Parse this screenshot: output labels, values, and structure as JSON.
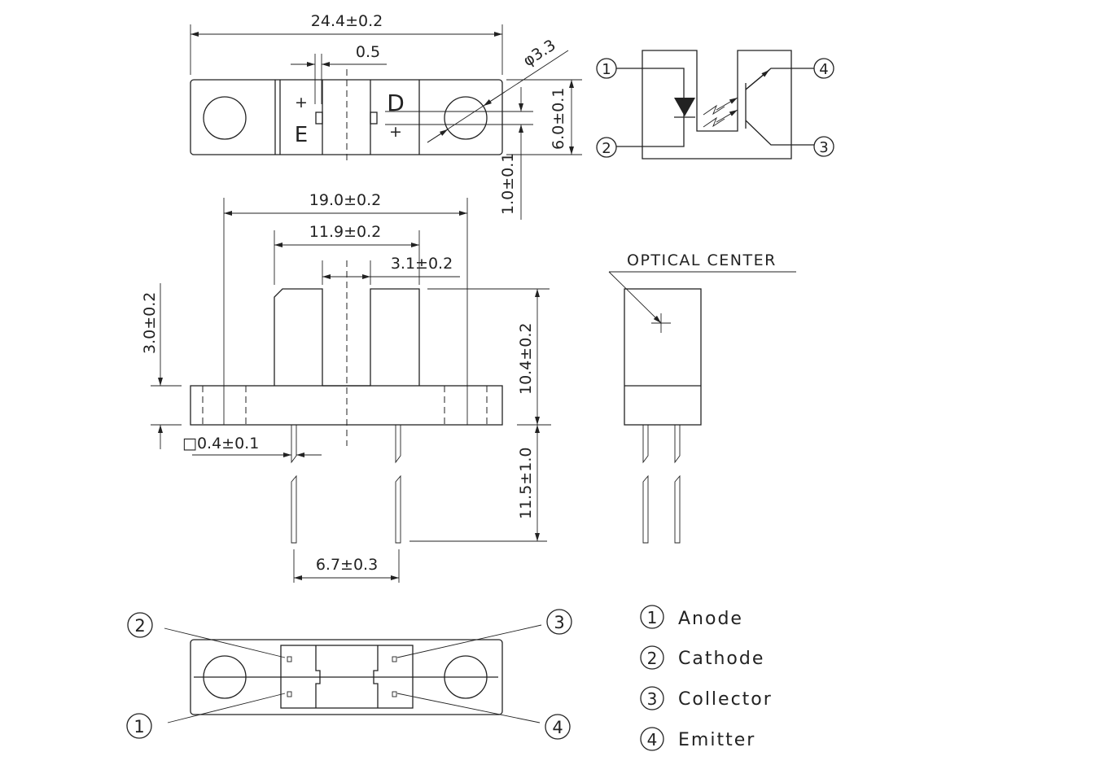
{
  "top_view": {
    "width_dim": "24.4±0.2",
    "gap_dim": "0.5",
    "hole_dim": "φ3.3",
    "height_dim": "6.0±0.1",
    "slit_dim": "1.0±0.1",
    "mark_plus": "+",
    "mark_e": "E",
    "mark_d": "D"
  },
  "schematic": {
    "pins": [
      "1",
      "2",
      "3",
      "4"
    ]
  },
  "front_view": {
    "overall_dim": "19.0±0.2",
    "slot_outer_dim": "11.9±0.2",
    "slot_dim": "3.1±0.2",
    "flange_dim": "3.0±0.2",
    "height_dim": "10.4±0.2",
    "lead_len_dim": "11.5±1.0",
    "lead_size_dim": "□0.4±0.1",
    "pitch_dim": "6.7±0.3"
  },
  "side_view": {
    "optical_center_label": "OPTICAL CENTER"
  },
  "bottom_view": {
    "pins": [
      "1",
      "2",
      "3",
      "4"
    ]
  },
  "legend": [
    {
      "num": "1",
      "label": "Anode"
    },
    {
      "num": "2",
      "label": "Cathode"
    },
    {
      "num": "3",
      "label": "Collector"
    },
    {
      "num": "4",
      "label": "Emitter"
    }
  ]
}
